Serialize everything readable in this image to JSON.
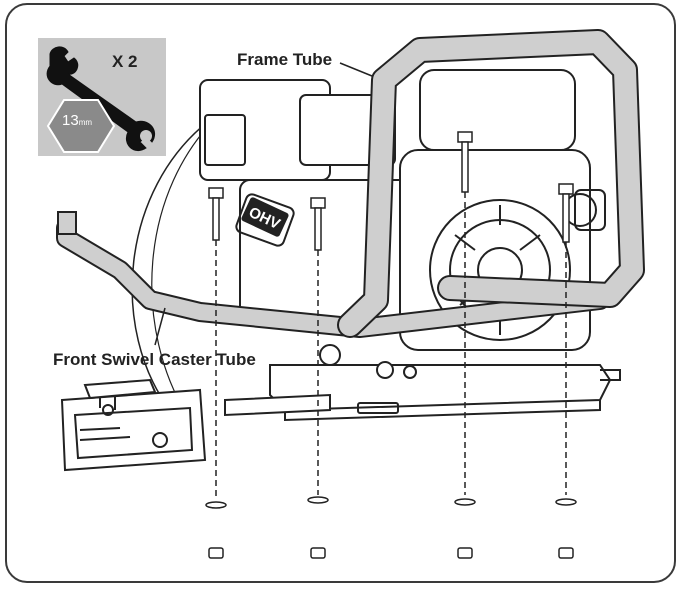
{
  "diagram": {
    "labels": {
      "frame_tube": "Frame Tube",
      "front_swivel_caster_tube": "Front Swivel Caster Tube"
    },
    "tool_badge": {
      "quantity": "X 2",
      "socket_size": "13",
      "socket_unit": "mm",
      "icons": [
        "wrench-icon",
        "hex-socket-icon"
      ]
    },
    "hardware_columns": 4,
    "engine_brand_mark": "OHV",
    "colors": {
      "tube_fill": "#cfcfcf",
      "outline": "#222222",
      "badge_bg": "#c8c8c8"
    }
  }
}
